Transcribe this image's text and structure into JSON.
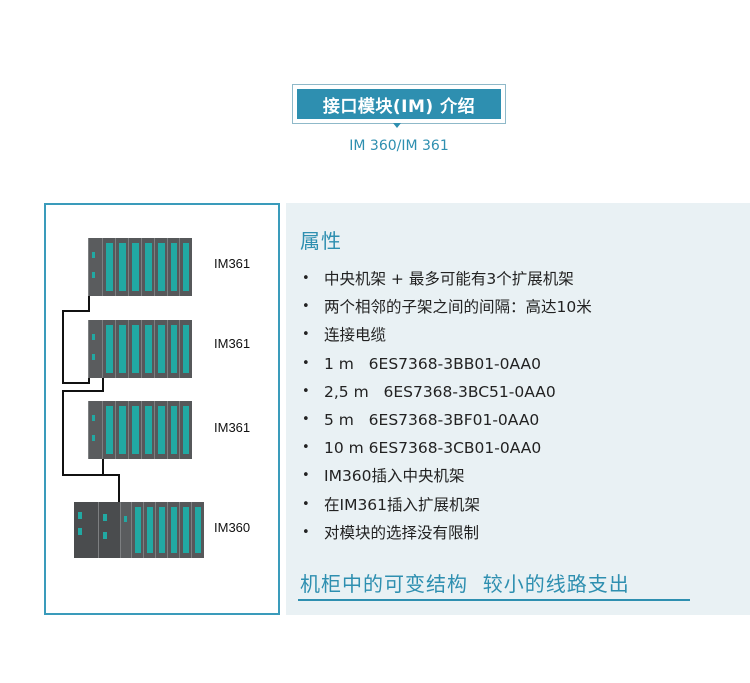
{
  "header": {
    "title": "接口模块(IM) 介绍",
    "subtitle": "IM 360/IM 361"
  },
  "diagram": {
    "racks": [
      {
        "label": "IM361"
      },
      {
        "label": "IM361"
      },
      {
        "label": "IM361"
      },
      {
        "label": "IM360"
      }
    ]
  },
  "properties": {
    "heading": "属性",
    "items": [
      "中央机架 + 最多可能有3个扩展机架",
      "两个相邻的子架之间的间隔：高达10米",
      "连接电缆",
      "1 m   6ES7368-3BB01-0AA0",
      "2,5 m   6ES7368-3BC51-0AA0",
      "5 m   6ES7368-3BF01-0AA0",
      "10 m 6ES7368-3CB01-0AA0",
      "IM360插入中央机架",
      "在IM361插入扩展机架",
      "对模块的选择没有限制"
    ],
    "bullet": "•"
  },
  "footer": {
    "text": "机柜中的可变结构  较小的线路支出"
  },
  "colors": {
    "accent": "#2e8fb0",
    "panel_bg": "#e9f1f4",
    "module_stripe": "#21a9a3",
    "module_body": "#56585a"
  }
}
